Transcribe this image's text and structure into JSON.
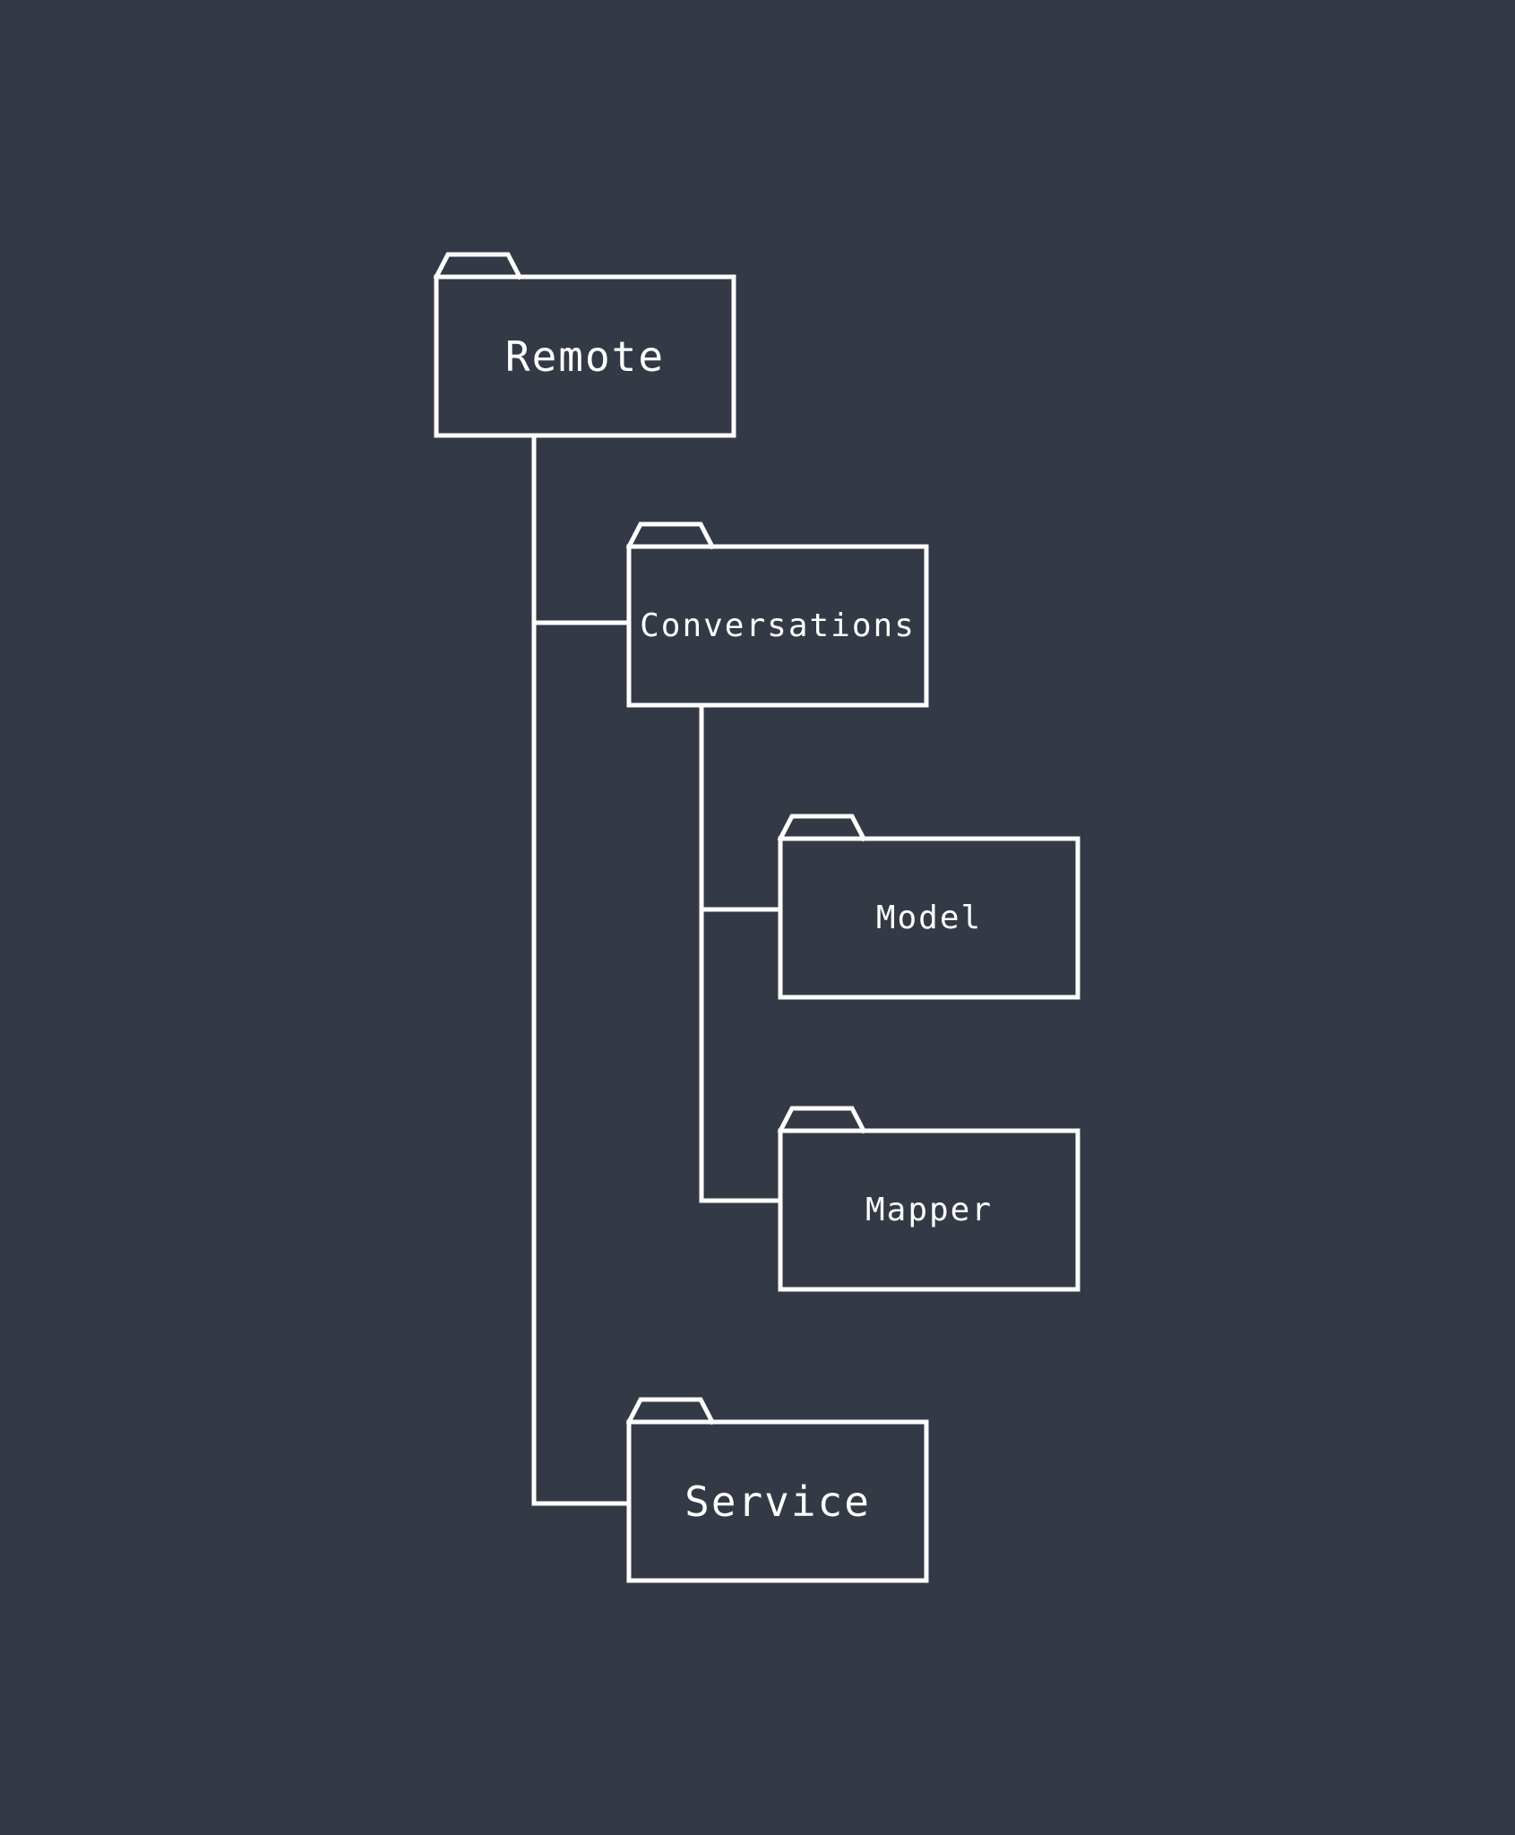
{
  "diagram": {
    "background_color": "#343a45",
    "line_color": "#ffffff",
    "nodes": [
      {
        "key": "remote",
        "label": "Remote",
        "icon": "folder-icon"
      },
      {
        "key": "conversations",
        "label": "Conversations",
        "icon": "folder-icon"
      },
      {
        "key": "model",
        "label": "Model",
        "icon": "folder-icon"
      },
      {
        "key": "mapper",
        "label": "Mapper",
        "icon": "folder-icon"
      },
      {
        "key": "service",
        "label": "Service",
        "icon": "folder-icon"
      }
    ],
    "edges": [
      {
        "from": "remote",
        "to": "conversations"
      },
      {
        "from": "remote",
        "to": "service"
      },
      {
        "from": "conversations",
        "to": "model"
      },
      {
        "from": "conversations",
        "to": "mapper"
      }
    ]
  }
}
